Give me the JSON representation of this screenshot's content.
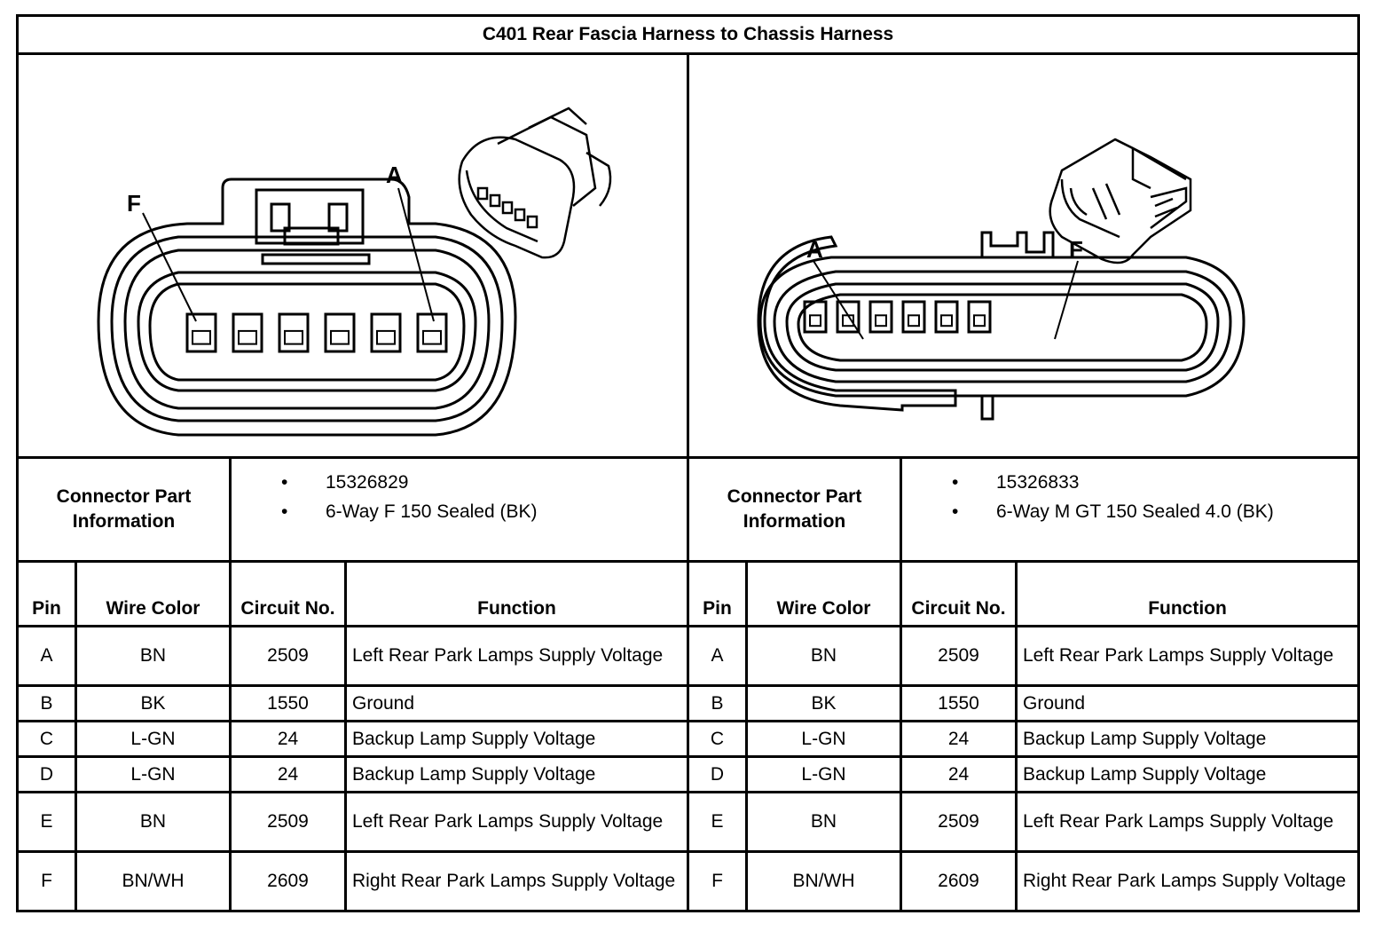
{
  "title": "C401 Rear Fascia Harness to Chassis Harness",
  "left": {
    "pin_label_left": "F",
    "pin_label_right": "A",
    "connector_info_label": "Connector Part Information",
    "info_items": [
      "15326829",
      "6-Way F 150 Sealed (BK)"
    ]
  },
  "right": {
    "pin_label_left": "A",
    "pin_label_right": "F",
    "connector_info_label": "Connector Part Information",
    "info_items": [
      "15326833",
      "6-Way M GT 150 Sealed 4.0 (BK)"
    ]
  },
  "bullet": "•",
  "headers": {
    "pin": "Pin",
    "wire_color": "Wire Color",
    "circuit_no": "Circuit No.",
    "function": "Function"
  },
  "rows": [
    {
      "pin": "A",
      "color": "BN",
      "circuit": "2509",
      "function": "Left Rear Park Lamps Supply Voltage"
    },
    {
      "pin": "B",
      "color": "BK",
      "circuit": "1550",
      "function": "Ground"
    },
    {
      "pin": "C",
      "color": "L-GN",
      "circuit": "24",
      "function": "Backup Lamp Supply Voltage"
    },
    {
      "pin": "D",
      "color": "L-GN",
      "circuit": "24",
      "function": "Backup Lamp Supply Voltage"
    },
    {
      "pin": "E",
      "color": "BN",
      "circuit": "2509",
      "function": "Left Rear Park Lamps Supply Voltage"
    },
    {
      "pin": "F",
      "color": "BN/WH",
      "circuit": "2609",
      "function": "Right Rear Park Lamps Supply Voltage"
    }
  ]
}
